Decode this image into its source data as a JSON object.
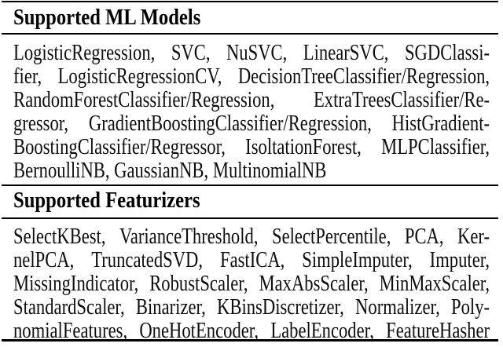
{
  "colors": {
    "background": "#ffffff",
    "text": "#0d0d0d",
    "rule": "#000000"
  },
  "table": {
    "sections": [
      {
        "header": "Supported ML Models",
        "lines": [
          "LogisticRegression, SVC, NuSVC, LinearSVC, SGDClassi-",
          "fier, LogisticRegressionCV, DecisionTreeClassifier/Regression,",
          "RandomForestClassifier/Regression, ExtraTreesClassifier/Re-",
          "gressor, GradientBoostingClassifier/Regression, HistGradient-",
          "BoostingClassifier/Regressor, IsoltationForest, MLPClassifier,",
          "BernoulliNB, GaussianNB, MultinomialNB"
        ],
        "items": [
          "LogisticRegression",
          "SVC",
          "NuSVC",
          "LinearSVC",
          "SGDClassifier",
          "LogisticRegressionCV",
          "DecisionTreeClassifier/Regression",
          "RandomForestClassifier/Regression",
          "ExtraTreesClassifier/Regressor",
          "GradientBoostingClassifier/Regression",
          "HistGradientBoostingClassifier/Regressor",
          "IsoltationForest",
          "MLPClassifier",
          "BernoulliNB",
          "GaussianNB",
          "MultinomialNB"
        ]
      },
      {
        "header": "Supported Featurizers",
        "lines": [
          "SelectKBest, VarianceThreshold, SelectPercentile, PCA, Ker-",
          "nelPCA, TruncatedSVD, FastICA, SimpleImputer, Imputer,",
          "MissingIndicator, RobustScaler, MaxAbsScaler, MinMaxScaler,",
          "StandardScaler, Binarizer, KBinsDiscretizer, Normalizer, Poly-",
          "nomialFeatures, OneHotEncoder, LabelEncoder, FeatureHasher"
        ],
        "items": [
          "SelectKBest",
          "VarianceThreshold",
          "SelectPercentile",
          "PCA",
          "KernelPCA",
          "TruncatedSVD",
          "FastICA",
          "SimpleImputer",
          "Imputer",
          "MissingIndicator",
          "RobustScaler",
          "MaxAbsScaler",
          "MinMaxScaler",
          "StandardScaler",
          "Binarizer",
          "KBinsDiscretizer",
          "Normalizer",
          "PolynomialFeatures",
          "OneHotEncoder",
          "LabelEncoder",
          "FeatureHasher"
        ]
      }
    ]
  }
}
